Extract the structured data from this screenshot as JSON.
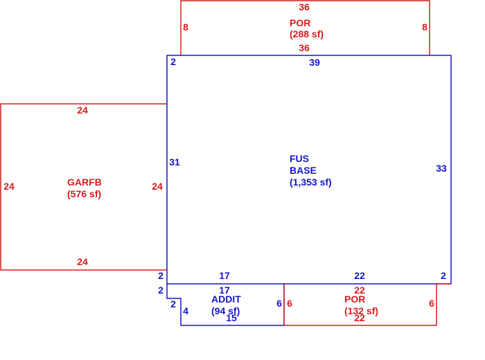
{
  "colors": {
    "blue": "#1515c8",
    "red": "#d61c1c",
    "background": "#ffffff"
  },
  "sketch": {
    "areas": {
      "por_top": {
        "name": "POR",
        "area": "(288 sf)",
        "color": "red",
        "dims": {
          "top": "36",
          "bottom": "36",
          "left": "8",
          "right": "8"
        }
      },
      "fus_base": {
        "name_line1": "FUS",
        "name_line2": "BASE",
        "area": "(1,353 sf)",
        "color": "blue",
        "dims": {
          "top": "39",
          "top_left": "2",
          "left": "31",
          "right": "33",
          "bottom_left": "17",
          "bottom_right": "22",
          "bottom_corner": "2",
          "left_corner": "2"
        }
      },
      "garfb": {
        "name": "GARFB",
        "area": "(576 sf)",
        "color": "red",
        "dims": {
          "top": "24",
          "bottom": "24",
          "left": "24",
          "right": "24"
        }
      },
      "addit": {
        "name": "ADDIT",
        "area": "(94 sf)",
        "color": "blue",
        "dims": {
          "top": "17",
          "bottom": "15",
          "right": "6",
          "left_upper": "2",
          "left_lower": "2",
          "notch": "4"
        }
      },
      "por_bottom": {
        "name": "POR",
        "area": "(132 sf)",
        "color": "red",
        "dims": {
          "top": "22",
          "bottom": "22",
          "left": "6",
          "right": "6"
        }
      }
    }
  }
}
